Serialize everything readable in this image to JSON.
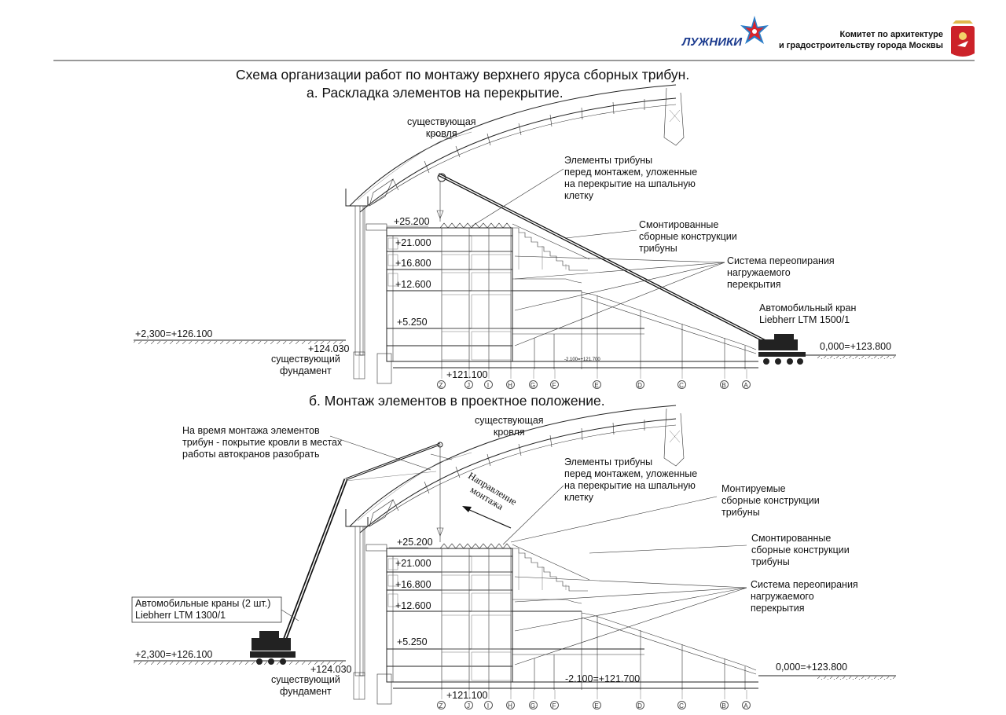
{
  "header": {
    "logo_text": "ЛУЖНИКИ",
    "committee_line1": "Комитет по архитектуре",
    "committee_line2": "и градостроительству города Москвы",
    "colors": {
      "logo_blue": "#1d3c8f",
      "star_red": "#d8242c",
      "star_blue": "#2a7cc7",
      "crest_red": "#cc2229"
    }
  },
  "section_a": {
    "title_line1": "Схема организации работ по монтажу верхнего яруса сборных трибун.",
    "title_line2": "а. Раскладка элементов на перекрытие.",
    "roof_label": "существующая\nкровля",
    "elements_label": "Элементы трибуны\nперед монтажем, уложенные\nна перекрытие на шпальную\nклетку",
    "mounted_label": "Смонтированные\nсборные конструкции\nтрибуны",
    "shoring_label": "Система переопирания\nнагружаемого\nперекрытия",
    "crane_label": "Автомобильный кран\nLiebherr LTM 1500/1",
    "foundation_label": "существующий\nфундамент",
    "levels": {
      "l1": "+25.200",
      "l2": "+21.000",
      "l3": "+16.800",
      "l4": "+12.600",
      "l5": "+5.250",
      "ground_left": "+2,300=+126.100",
      "found": "+124.030",
      "bottom": "+121.100",
      "ground_right": "0,000=+123.800",
      "small": "-2.100=+121.700"
    }
  },
  "section_b": {
    "title": "б. Монтаж элементов в проектное положение.",
    "roof_label": "существующая\nкровля",
    "dismantle_label": "На время монтажа элементов\nтрибун - покрытие кровли в местах\nработы автокранов разобрать",
    "direction_label": "Направление\nмонтажа",
    "elements_label": "Элементы трибуны\nперед монтажем, уложенные\nна перекрытие на шпальную\nклетку",
    "mounting_label": "Монтируемые\nсборные конструкции\nтрибуны",
    "mounted_label": "Смонтированные\nсборные конструкции\nтрибуны",
    "shoring_label": "Система переопирания\nнагружаемого\nперекрытия",
    "cranes_label": "Автомобильные краны (2 шт.)\nLiebherr LTM 1300/1",
    "foundation_label": "существующий\nфундамент",
    "levels": {
      "l1": "+25.200",
      "l2": "+21.000",
      "l3": "+16.800",
      "l4": "+12.600",
      "l5": "+5.250",
      "ground_left": "+2,300=+126.100",
      "found": "+124.030",
      "bottom": "+121.100",
      "ground_right": "0,000=+123.800",
      "mid": "-2.100=+121.700"
    }
  },
  "axes": [
    "Z",
    "J",
    "I",
    "H",
    "G",
    "F",
    "E",
    "D",
    "C",
    "B",
    "A"
  ]
}
